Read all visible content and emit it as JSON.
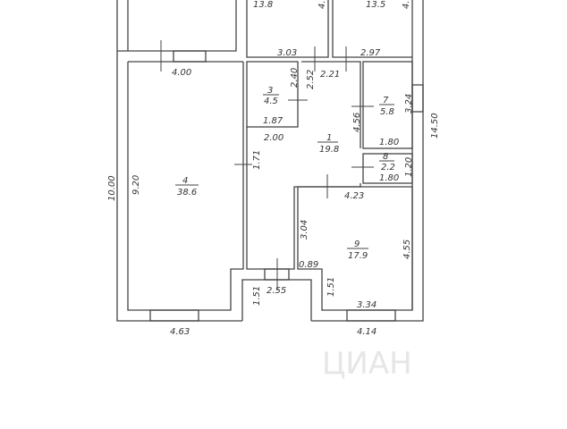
{
  "watermark": "ЦИАН",
  "rooms": [
    {
      "number": "",
      "area": "13.8"
    },
    {
      "number": "",
      "area": "13.5"
    },
    {
      "number": "3",
      "area": "4.5"
    },
    {
      "number": "7",
      "area": "5.8"
    },
    {
      "number": "1",
      "area": "19.8"
    },
    {
      "number": "8",
      "area": "2.2"
    },
    {
      "number": "4",
      "area": "38.6"
    },
    {
      "number": "9",
      "area": "17.9"
    }
  ],
  "dimensions": {
    "d_3_03": "3.03",
    "d_2_97": "2.97",
    "d_4_00": "4.00",
    "d_2_21": "2.21",
    "d_2_40": "2.40",
    "d_2_52": "2.52",
    "d_1_87": "1.87",
    "d_3_24": "3.24",
    "d_4_56": "4.56",
    "d_14_50": "14.50",
    "d_2_00": "2.00",
    "d_1_80a": "1.80",
    "d_1_71": "1.71",
    "d_1_20": "1.20",
    "d_1_80b": "1.80",
    "d_10_00": "10.00",
    "d_9_20": "9.20",
    "d_4_23": "4.23",
    "d_3_04": "3.04",
    "d_4_55": "4.55",
    "d_0_89": "0.89",
    "d_2_55": "2.55",
    "d_1_51a": "1.51",
    "d_1_51b": "1.51",
    "d_3_34": "3.34",
    "d_4_63": "4.63",
    "d_4_14": "4.14",
    "d_4_top1": "4.",
    "d_4_top2": "4."
  }
}
